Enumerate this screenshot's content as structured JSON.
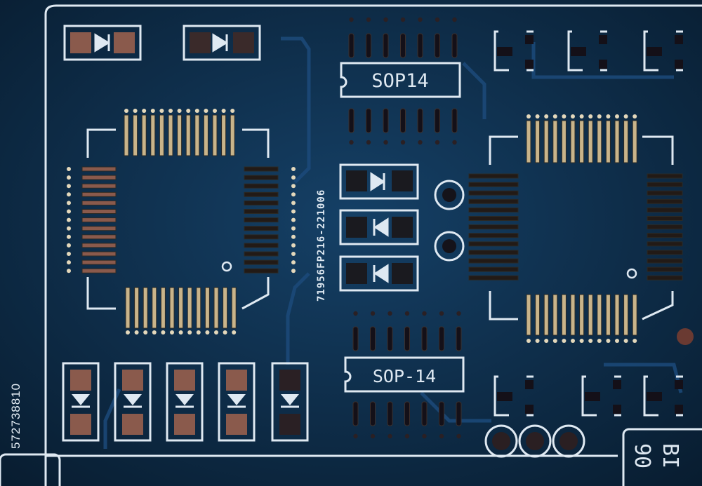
{
  "board": {
    "labels": {
      "sop_top": "SOP14",
      "sop_bottom": "SOP-14",
      "serial": "71956FP216-221006",
      "corner_left": "90",
      "corner_right": "BI"
    }
  },
  "stock_id": "572738810",
  "colors": {
    "board": "#0d2a45",
    "silkscreen": "#dfe9f2",
    "copper_pad": "#8a5a4c",
    "gold_pin": "#c9b48a",
    "trace": "#1c4a7a"
  }
}
